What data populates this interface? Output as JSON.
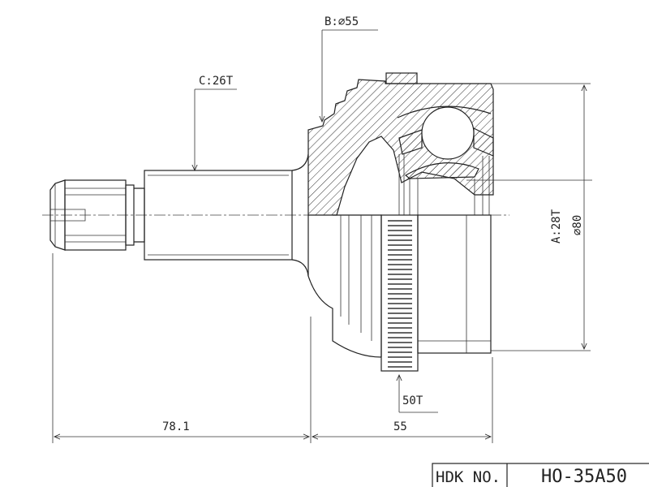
{
  "drawing": {
    "labels": {
      "b_bore": "B:⌀55",
      "c_spline": "C:26T",
      "a_spline": "A:28T",
      "outer_dia": "⌀80",
      "abs_teeth": "50T"
    },
    "dimensions": {
      "shaft_length": "78.1",
      "body_length": "55"
    }
  },
  "title_block": {
    "label": "HDK NO.",
    "part_number": "HO-35A50"
  }
}
